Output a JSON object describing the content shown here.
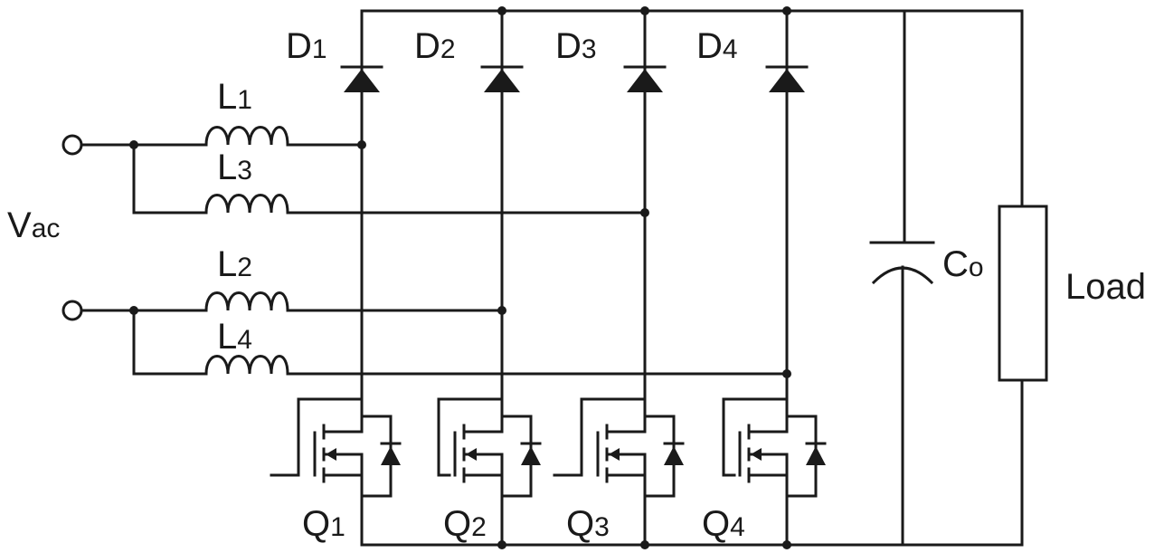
{
  "labels": {
    "source": {
      "main": "V",
      "sub": "ac"
    },
    "load": "Load",
    "capacitor": {
      "main": "C",
      "sub": "o"
    },
    "diodes": [
      {
        "main": "D",
        "sub": "1"
      },
      {
        "main": "D",
        "sub": "2"
      },
      {
        "main": "D",
        "sub": "3"
      },
      {
        "main": "D",
        "sub": "4"
      }
    ],
    "inductors": [
      {
        "main": "L",
        "sub": "1"
      },
      {
        "main": "L",
        "sub": "3"
      },
      {
        "main": "L",
        "sub": "2"
      },
      {
        "main": "L",
        "sub": "4"
      }
    ],
    "switches": [
      {
        "main": "Q",
        "sub": "1"
      },
      {
        "main": "Q",
        "sub": "2"
      },
      {
        "main": "Q",
        "sub": "3"
      },
      {
        "main": "Q",
        "sub": "4"
      }
    ]
  }
}
